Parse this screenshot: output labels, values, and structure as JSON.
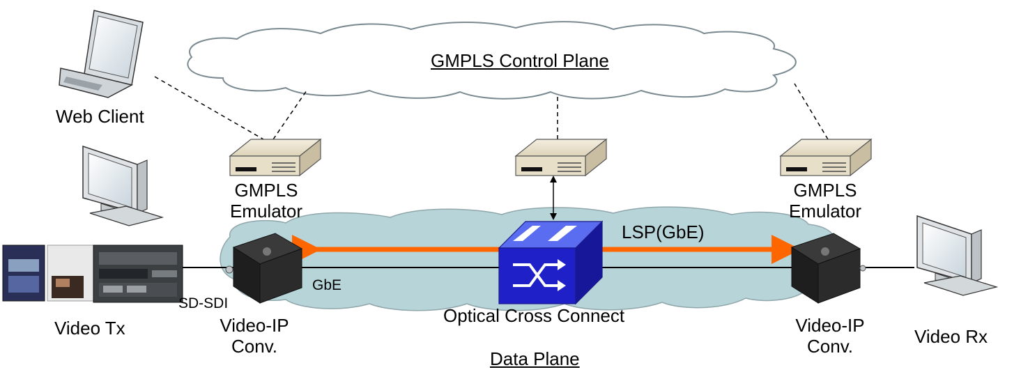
{
  "labels": {
    "control_plane": "GMPLS Control Plane",
    "data_plane": "Data Plane",
    "web_client": "Web Client",
    "emulator_left_line1": "GMPLS",
    "emulator_left_line2": "Emulator",
    "emulator_right_line1": "GMPLS",
    "emulator_right_line2": "Emulator",
    "lsp": "LSP(GbE)",
    "gbe": "GbE",
    "sd_sdi": "SD-SDI",
    "video_tx": "Video Tx",
    "video_rx": "Video Rx",
    "conv_left_line1": "Video-IP",
    "conv_left_line2": "Conv.",
    "conv_right_line1": "Video-IP",
    "conv_right_line2": "Conv.",
    "oxc": "Optical Cross Connect"
  },
  "colors": {
    "control_cloud_fill": "#ffffff",
    "data_cloud_fill": "#b7d5d9",
    "cloud_stroke": "#7a8a90",
    "lsp_arrow": "#ff6600",
    "oxc_blue": "#1f1fc8",
    "emulator_body": "#e4dcc4"
  },
  "icons": [
    "laptop-icon",
    "monitor-icon",
    "server-icon",
    "switch-icon",
    "converter-icon",
    "vcr-icon",
    "cassette-icon"
  ]
}
